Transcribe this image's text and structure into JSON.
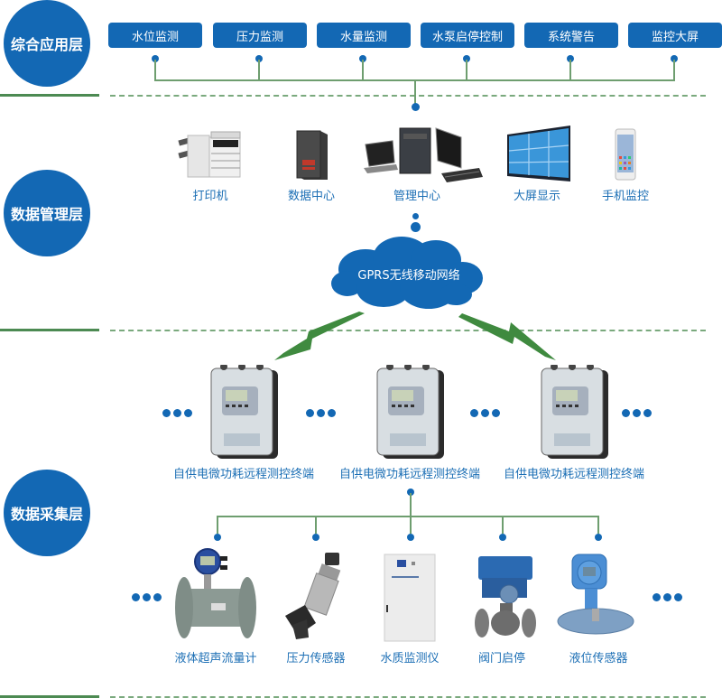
{
  "colors": {
    "primary_blue": "#1368b4",
    "caption_blue": "#1c6fb5",
    "connector_green": "#6e9e6f",
    "divider_green": "#4c8a52",
    "lightning_green": "#3f8a3f"
  },
  "layers": [
    {
      "label": "综合应用层"
    },
    {
      "label": "数据管理层"
    },
    {
      "label": "数据采集层"
    }
  ],
  "application_layer": {
    "buttons": [
      {
        "label": "水位监测"
      },
      {
        "label": "压力监测"
      },
      {
        "label": "水量监测"
      },
      {
        "label": "水泵启停控制"
      },
      {
        "label": "系统警告"
      },
      {
        "label": "监控大屏"
      }
    ]
  },
  "management_layer": {
    "devices": [
      {
        "label": "打印机",
        "icon": "printer-icon"
      },
      {
        "label": "数据中心",
        "icon": "server-icon"
      },
      {
        "label": "管理中心",
        "icon": "desktop-computer-icon"
      },
      {
        "label": "大屏显示",
        "icon": "video-wall-icon"
      },
      {
        "label": "手机监控",
        "icon": "smartphone-icon"
      }
    ],
    "network": {
      "label": "GPRS无线移动网络",
      "icon": "cloud-icon"
    }
  },
  "collection_layer": {
    "terminals": [
      {
        "label": "自供电微功耗远程测控终端",
        "icon": "rtu-terminal-icon"
      },
      {
        "label": "自供电微功耗远程测控终端",
        "icon": "rtu-terminal-icon"
      },
      {
        "label": "自供电微功耗远程测控终端",
        "icon": "rtu-terminal-icon"
      }
    ],
    "sensors": [
      {
        "label": "液体超声流量计",
        "icon": "ultrasonic-flowmeter-icon"
      },
      {
        "label": "压力传感器",
        "icon": "pressure-sensor-icon"
      },
      {
        "label": "水质监测仪",
        "icon": "water-quality-cabinet-icon"
      },
      {
        "label": "阀门启停",
        "icon": "electric-valve-icon"
      },
      {
        "label": "液位传感器",
        "icon": "level-sensor-icon"
      }
    ]
  }
}
